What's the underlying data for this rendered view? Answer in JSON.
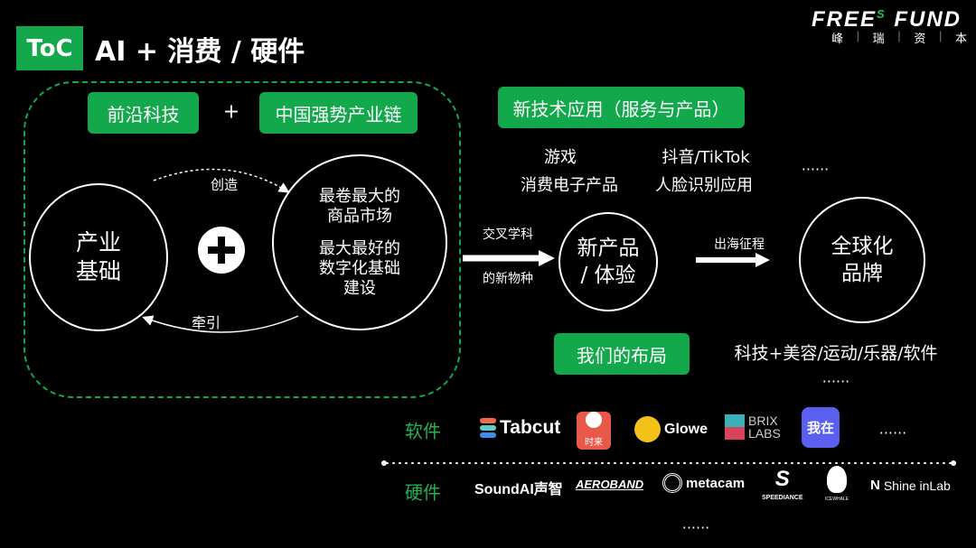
{
  "header": {
    "tag": "ToC",
    "title": "AI + 消费 / 硬件",
    "brand": {
      "name_left": "FREE",
      "name_sup": "S",
      "name_right": "FUND",
      "chinese": [
        "峰",
        "瑞",
        "资",
        "本"
      ]
    }
  },
  "left": {
    "box1": "前沿科技",
    "plus": "+",
    "box2": "中国强势产业链",
    "base_line1": "产业",
    "base_line2": "基础",
    "create_label": "创造",
    "pull_label": "牵引",
    "market": [
      "最卷最大的",
      "商品市场"
    ],
    "digital": [
      "最大最好的",
      "数字化基础",
      "建设"
    ]
  },
  "flow": {
    "cross_top": "交叉学科",
    "cross_bottom": "的新物种",
    "product_line1": "新产品",
    "product_line2": "/ 体验",
    "overseas": "出海征程",
    "global_line1": "全球化",
    "global_line2": "品牌"
  },
  "apps": {
    "title": "新技术应用（服务与产品）",
    "items": [
      "游戏",
      "消费电子产品",
      "抖音/TikTok",
      "人脸识别应用"
    ],
    "more": "......"
  },
  "layout": {
    "title": "我们的布局",
    "sectors": "科技+美容/运动/乐器/软件",
    "more": "......"
  },
  "software": {
    "label": "软件",
    "logos": [
      "Tabcut",
      "时来",
      "Glowe",
      "BRIX",
      "LABS",
      "我在"
    ],
    "more": "......"
  },
  "hardware": {
    "label": "硬件",
    "logos": [
      "SoundAI声智",
      "AEROBAND",
      "metacam",
      "SPEEDIANCE",
      "ICEWHALE",
      "Shine inLab"
    ],
    "more": "......"
  },
  "colors": {
    "green": "#14a84c",
    "text_green": "#1fb254"
  }
}
